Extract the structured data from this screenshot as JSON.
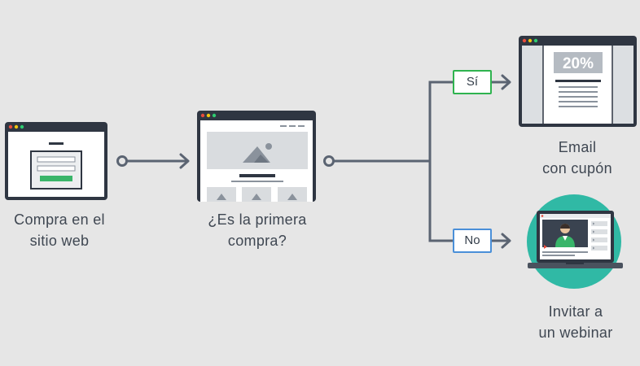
{
  "nodes": {
    "start": {
      "line1": "Compra en el",
      "line2": "sitio web"
    },
    "decision": {
      "line1": "¿Es la primera",
      "line2": "compra?"
    },
    "email": {
      "line1": "Email",
      "line2": "con cupón",
      "coupon_text": "20%"
    },
    "webinar": {
      "line1": "Invitar a",
      "line2": "un webinar"
    }
  },
  "branches": {
    "yes_label": "Sí",
    "no_label": "No"
  },
  "colors": {
    "background": "#e6e6e6",
    "window_frame": "#2f3642",
    "connector": "#5b6472",
    "yes": "#2fb34f",
    "no": "#4a8fd8",
    "accent_green": "#39b56a",
    "teal_circle": "#30b9a5"
  }
}
